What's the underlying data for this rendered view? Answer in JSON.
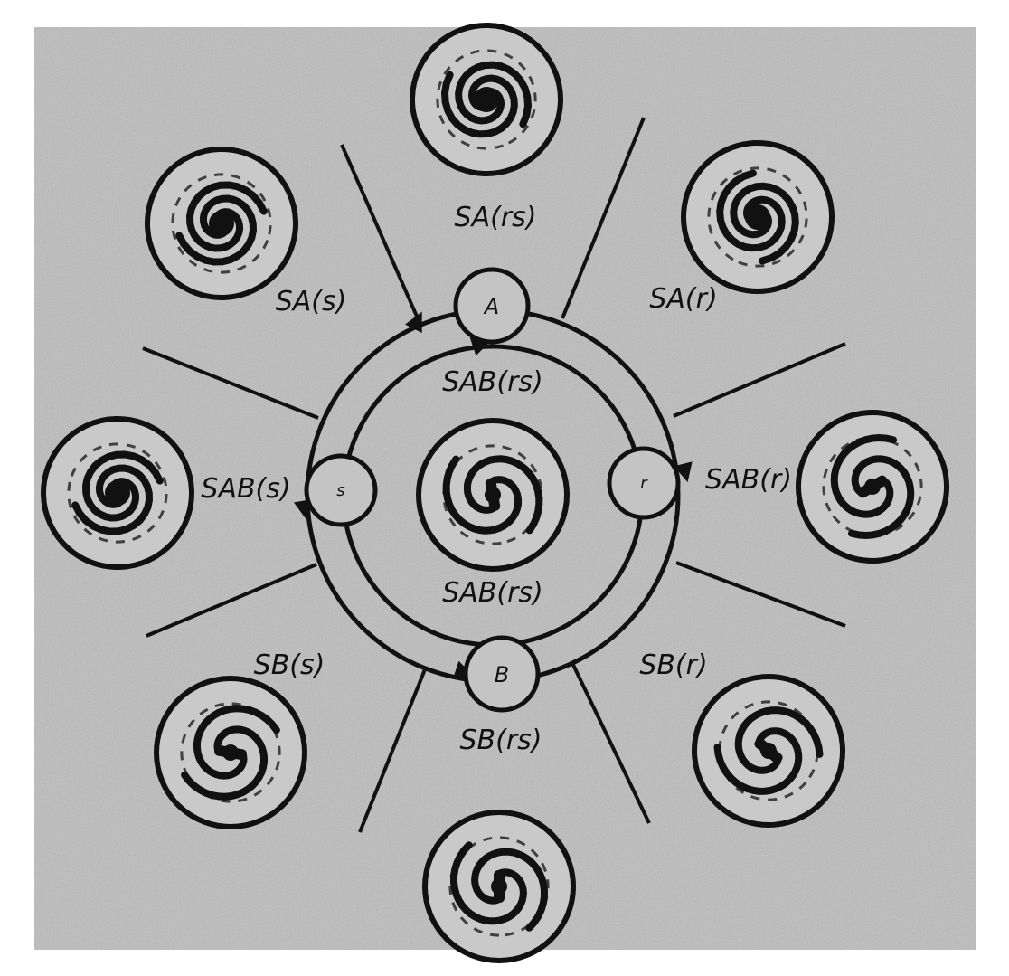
{
  "colors": {
    "ink": "#111111",
    "paper": "#bdbdbd",
    "page": "#ffffff"
  },
  "nodes": {
    "a": "A",
    "b": "B",
    "s": "s",
    "r": "r"
  },
  "labels": {
    "sa_s": "SA(s)",
    "sa_rs": "SA(rs)",
    "sa_r": "SA(r)",
    "sab_s": "SAB(s)",
    "sab_r": "SAB(r)",
    "sb_s": "SB(s)",
    "sb_rs": "SB(rs)",
    "sb_r": "SB(r)",
    "center_upper": "SAB(rs)",
    "center_lower": "SAB(rs)"
  },
  "galaxies": [
    {
      "id": "sa-s",
      "label": "SA(s)"
    },
    {
      "id": "sa-rs",
      "label": "SA(rs)"
    },
    {
      "id": "sa-r",
      "label": "SA(r)"
    },
    {
      "id": "sab-s",
      "label": "SAB(s)"
    },
    {
      "id": "center",
      "label": "SAB(rs)"
    },
    {
      "id": "sab-r",
      "label": "SAB(r)"
    },
    {
      "id": "sb-s",
      "label": "SB(s)"
    },
    {
      "id": "sb-rs",
      "label": "SB(rs)"
    },
    {
      "id": "sb-r",
      "label": "SB(r)"
    }
  ]
}
